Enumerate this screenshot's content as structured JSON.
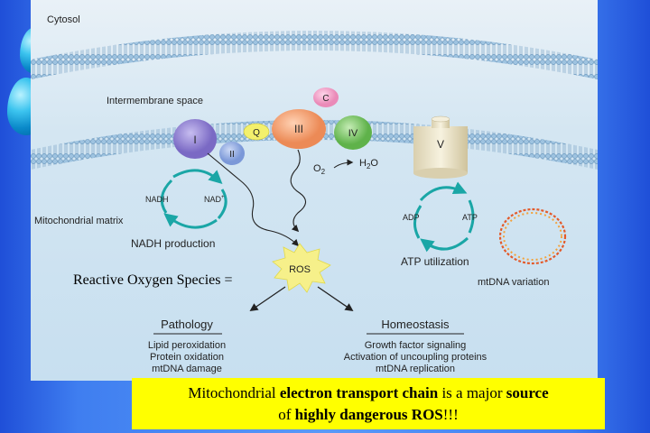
{
  "regions": {
    "cytosol": "Cytosol",
    "intermembrane": "Intermembrane space",
    "matrix": "Mitochondrial matrix"
  },
  "complexes": {
    "c1": "I",
    "c2": "II",
    "q": "Q",
    "c3": "III",
    "c": "C",
    "c4": "IV",
    "c5": "V"
  },
  "reaction": {
    "o2": "O",
    "o2_sub": "2",
    "arrow_product": "H",
    "h2o_sub": "2",
    "h2o_tail": "O"
  },
  "nadh_cycle": {
    "left": "NADH",
    "right": "NAD",
    "right_sup": "+",
    "caption": "NADH production"
  },
  "atp_cycle": {
    "left": "ADP",
    "right": "ATP",
    "caption": "ATP utilization"
  },
  "mtdna": "mtDNA variation",
  "ros": "ROS",
  "ros_annotation": "Reactive Oxygen Species =",
  "pathology": {
    "title": "Pathology",
    "items": [
      "Lipid peroxidation",
      "Protein oxidation",
      "mtDNA damage"
    ]
  },
  "homeostasis": {
    "title": "Homeostasis",
    "items": [
      "Growth factor signaling",
      "Activation of uncoupling proteins",
      "mtDNA replication"
    ]
  },
  "footer": {
    "p1": "Mitochondrial ",
    "b1": "electron transport chain",
    "p2": " is a major ",
    "b2": "source",
    "p3": "of ",
    "b3": "highly dangerous ROS",
    "p4": "!!!"
  },
  "colors": {
    "complex_I": "#8d7fd0",
    "complex_II": "#8fa8de",
    "q": "#f3f06c",
    "complex_III": "#f4a070",
    "c": "#f2a2c8",
    "complex_IV": "#7ec86a",
    "complex_V": "#efe6c8",
    "cycle_arrow": "#1aa6a6",
    "ros_burst": "#f6f08a",
    "footer_bg": "#ffff00"
  }
}
